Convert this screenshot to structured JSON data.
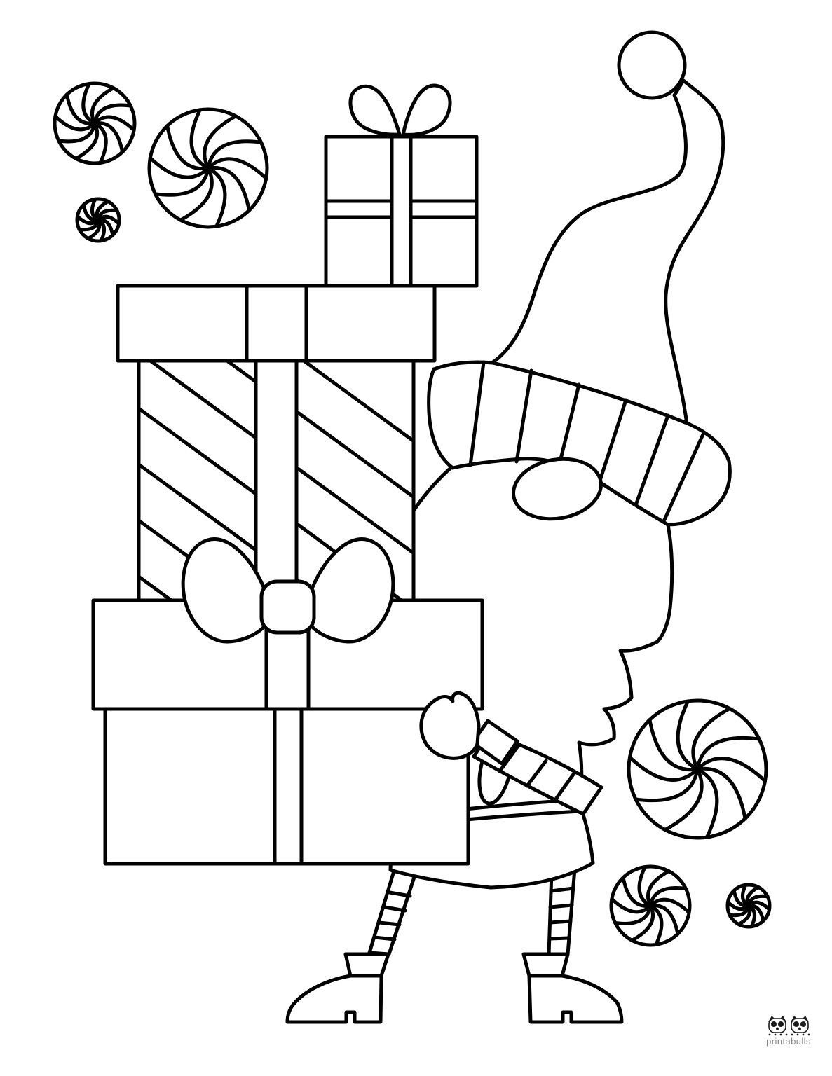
{
  "artwork": {
    "title": "Christmas gnome carrying stacked presents — printable coloring page",
    "style": "black-and-white line art",
    "elements": [
      "peppermint swirl candies (top left: medium, large, small)",
      "small gift box with ribbon cross and double-loop bow",
      "gift box lid with ribbon band",
      "tall gift box with diagonal-stripe wrap and ribbon band",
      "gift box with large double-loop bow and knot",
      "bottom gift box with ribbon band",
      "gnome with tall floppy santa hat and pompom",
      "striped hat brim",
      "round nose",
      "long wavy beard",
      "mitten gripping boxes, cuff and striped sleeve",
      "belted tunic skirt",
      "striped stockinged legs",
      "heeled boots",
      "peppermint swirl candies (right: large, medium, small)"
    ]
  },
  "colors": {
    "background": "#ffffff",
    "line": "#000000",
    "watermark_text": "#8a8a8a",
    "watermark_icon": "#1c1c1c"
  },
  "watermark": {
    "brand": "printabulls",
    "icon": "french-bulldog-faces-icon"
  }
}
